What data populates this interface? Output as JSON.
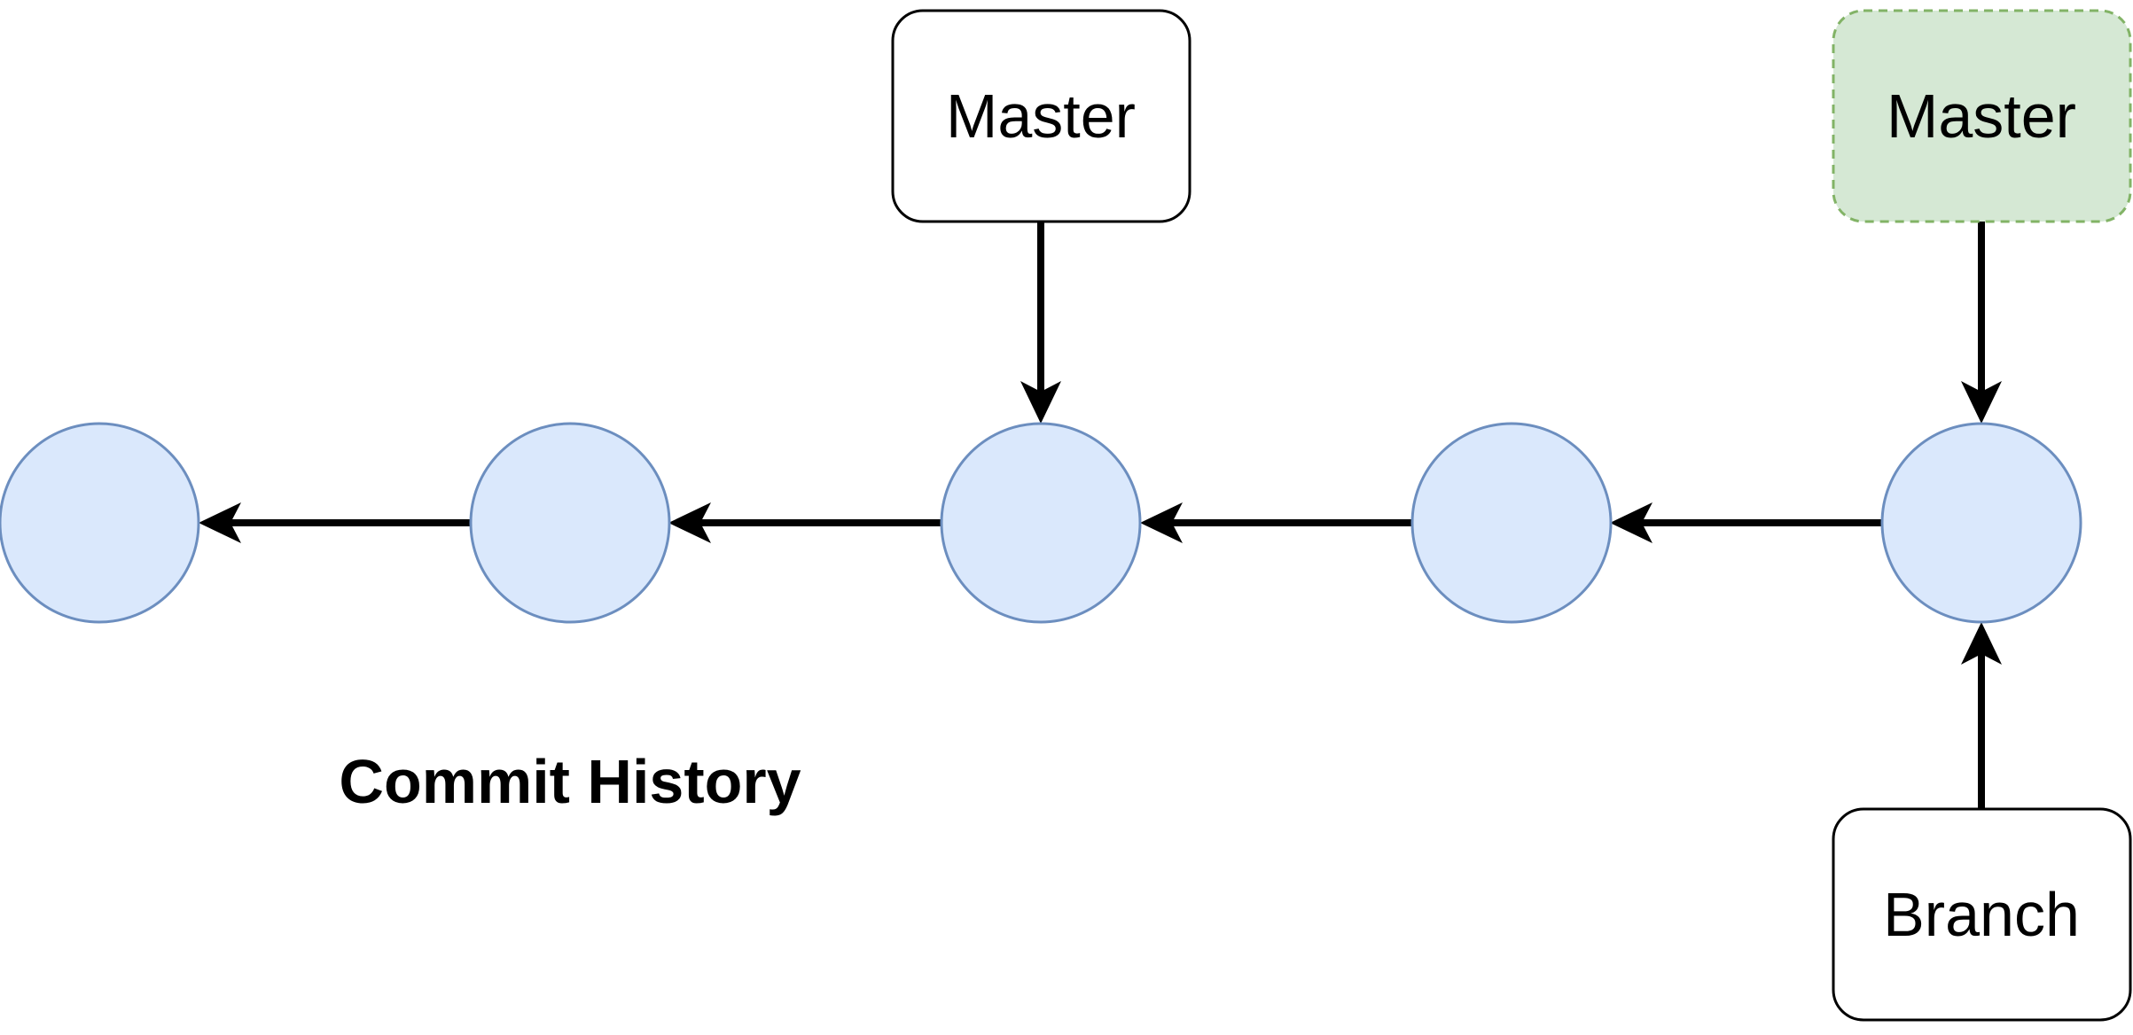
{
  "diagram": {
    "caption": "Commit History",
    "commits": [
      {
        "id": "commit-1"
      },
      {
        "id": "commit-2"
      },
      {
        "id": "commit-3"
      },
      {
        "id": "commit-4"
      },
      {
        "id": "commit-5"
      }
    ],
    "refs": {
      "master_old": {
        "label": "Master",
        "points_to": "commit-3"
      },
      "master_new": {
        "label": "Master",
        "points_to": "commit-5",
        "style": "dashed-highlight"
      },
      "branch": {
        "label": "Branch",
        "points_to": "commit-5"
      }
    },
    "edges": [
      {
        "from": "commit-2",
        "to": "commit-1"
      },
      {
        "from": "commit-3",
        "to": "commit-2"
      },
      {
        "from": "commit-4",
        "to": "commit-3"
      },
      {
        "from": "commit-5",
        "to": "commit-4"
      }
    ]
  },
  "colors": {
    "commit_fill": "#dae8fc",
    "commit_stroke": "#6c8ebf",
    "highlight_fill": "#d5e8d4",
    "highlight_stroke": "#82b366",
    "box_stroke": "#000000",
    "arrow": "#000000"
  }
}
